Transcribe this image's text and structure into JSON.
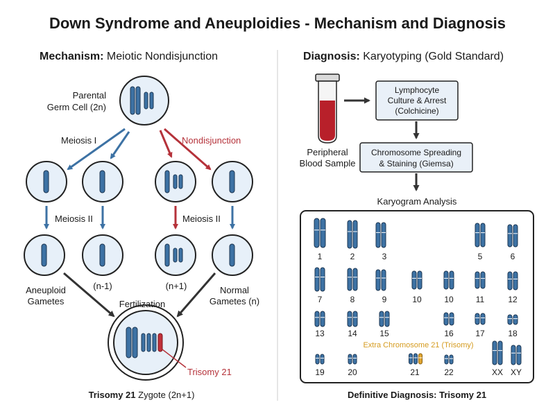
{
  "title": "Down Syndrome and Aneuploidies - Mechanism and Diagnosis",
  "mechanism": {
    "heading_bold": "Mechanism:",
    "heading_rest": "Meiotic Nondisjunction",
    "parental_label_line1": "Parental",
    "parental_label_line2": "Germ Cell (2n)",
    "meiosis1_label": "Meiosis I",
    "nondisjunction_label": "Nondisjunction",
    "meiosis2_left_label": "Meiosis II",
    "meiosis2_right_label": "Meiosis II",
    "aneuploid_line1": "Aneuploid",
    "aneuploid_line2": "Gametes",
    "n_minus_label": "(n-1)",
    "n_plus_label": "(n+1)",
    "normal_line1": "Normal",
    "normal_line2": "Gametes (n)",
    "fertilization_label": "Fertilization",
    "trisomy_label": "Trisomy 21",
    "zygote_bold": "Trisomy 21",
    "zygote_rest": "Zygote (2n+1)"
  },
  "diagnosis": {
    "heading_bold": "Diagnosis:",
    "heading_rest": "Karyotyping (Gold Standard)",
    "blood_line1": "Peripheral",
    "blood_line2": "Blood Sample",
    "step1_line1": "Lymphocyte",
    "step1_line2": "Culture & Arrest",
    "step1_line3": "(Colchicine)",
    "step2_line1": "Chromosome Spreading",
    "step2_line2": "& Staining (Giemsa)",
    "karyogram_label": "Karyogram Analysis",
    "extra_label": "Extra Chromosome 21 (Trisomy)",
    "final_label": "Definitive Diagnosis: Trisomy 21",
    "karyotype_labels": [
      "1",
      "2",
      "3",
      "5",
      "6",
      "7",
      "8",
      "9",
      "10",
      "10",
      "11",
      "12",
      "13",
      "14",
      "15",
      "16",
      "17",
      "18",
      "19",
      "20",
      "21",
      "22",
      "XX",
      "XY"
    ]
  },
  "colors": {
    "chromosome": "#3d72a4",
    "chromosome_dark": "#1c3550",
    "cell_fill": "#e7f0f9",
    "arrow_blue": "#3d72a4",
    "arrow_red": "#b5323a",
    "arrow_dark": "#333333",
    "extra_chromosome": "#e0a530",
    "trisomy_chromosome": "#c0303a",
    "blood": "#b8202a"
  }
}
